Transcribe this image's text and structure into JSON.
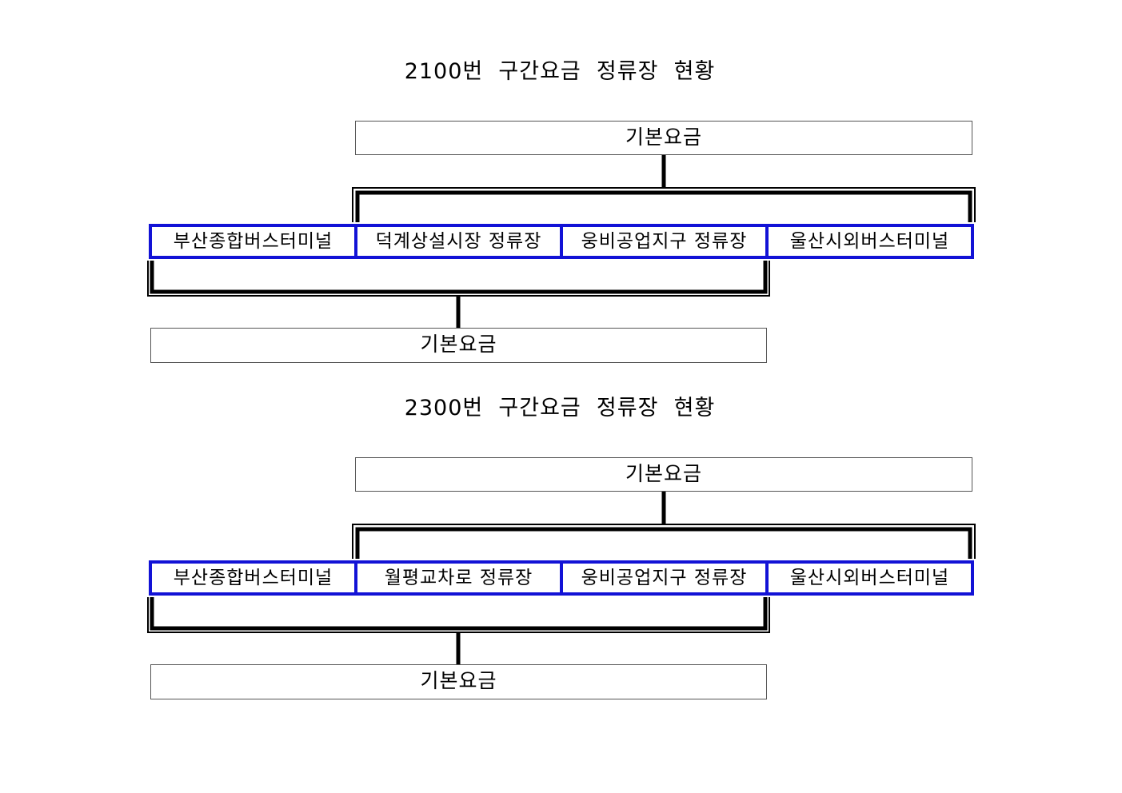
{
  "diagrams": [
    {
      "title": "2100번  구간요금  정류장  현황",
      "fare_top": "기본요금",
      "stops": [
        "부산종합버스터미널",
        "덕계상설시장 정류장",
        "웅비공업지구 정류장",
        "울산시외버스터미널"
      ],
      "fare_bottom": "기본요금"
    },
    {
      "title": "2300번  구간요금  정류장  현황",
      "fare_top": "기본요금",
      "stops": [
        "부산종합버스터미널",
        "월평교차로 정류장",
        "웅비공업지구 정류장",
        "울산시외버스터미널"
      ],
      "fare_bottom": "기본요금"
    }
  ],
  "colors": {
    "stop_border": "#1212d6",
    "line": "#000000",
    "fare_border": "#555555"
  }
}
